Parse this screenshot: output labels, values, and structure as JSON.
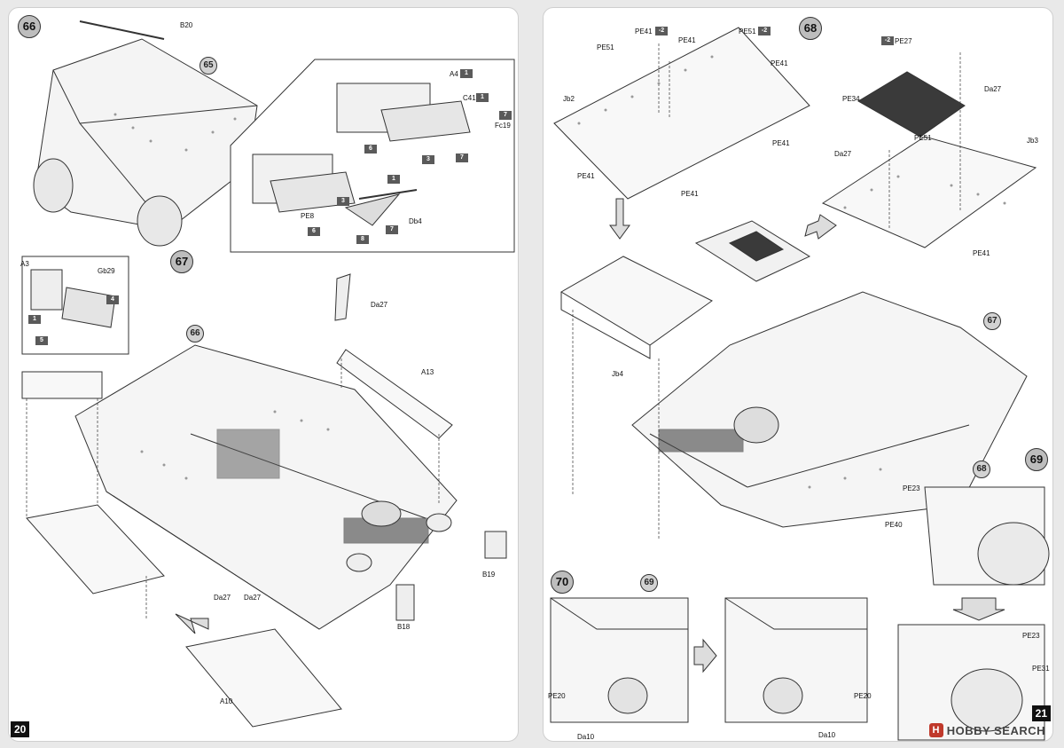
{
  "left_page": {
    "page_number": "20",
    "step_a": {
      "number": "66"
    },
    "step_b": {
      "number": "67"
    },
    "ref_65": "65",
    "ref_66": "66",
    "labels": {
      "b20": "B20",
      "a4": "A4",
      "c41": "C41",
      "fc19": "Fc19",
      "pe8": "PE8",
      "db4": "Db4",
      "a3": "A3",
      "gb29": "Gb29",
      "da27_top": "Da27",
      "a13": "A13",
      "b19": "B19",
      "b18": "B18",
      "da27_a": "Da27",
      "da27_b": "Da27",
      "a10": "A10"
    },
    "callout_nums": {
      "a4_n": "1",
      "c41_n": "1",
      "fc19_n": "7",
      "n6a": "6",
      "n3a": "3",
      "n7a": "7",
      "n1b": "1",
      "n3b": "3",
      "n6b": "6",
      "n7b": "7",
      "n8": "8",
      "gb_4": "4",
      "gb_1": "1",
      "gb_5": "5"
    }
  },
  "right_page": {
    "page_number": "21",
    "step_a": {
      "number": "68"
    },
    "step_b": {
      "number": "69"
    },
    "step_c": {
      "number": "70"
    },
    "ref_67": "67",
    "ref_68": "68",
    "ref_69": "69",
    "labels": {
      "pe41_a": "PE41",
      "pe41_sub": "-2",
      "pe51_a": "PE51",
      "pe41_b": "PE41",
      "pe51_b": "PE51",
      "pe51_sub": "-2",
      "pe41_c": "PE41",
      "jb2": "Jb2",
      "pe41_d": "PE41",
      "pe41_e": "PE41",
      "pe41_f": "PE41",
      "jb4": "Jb4",
      "pe27_sub": "-2",
      "pe27": "PE27",
      "pe34": "PE34",
      "da27_a": "Da27",
      "pe51_c": "PE51",
      "da27_b": "Da27",
      "jb3": "Jb3",
      "pe41_g": "PE41",
      "pe23_a": "PE23",
      "pe40": "PE40",
      "pe23_b": "PE23",
      "pe31": "PE31",
      "pe20_a": "PE20",
      "da10_a": "Da10",
      "pe20_b": "PE20",
      "da10_b": "Da10"
    },
    "watermark": {
      "text": "HOBBY SEARCH",
      "logo": "H"
    }
  },
  "colors": {
    "ink": "#222222",
    "step_fill": "#bdbdbd",
    "num_fill": "#5a5a5a",
    "page": "#ffffff",
    "mesh": "#3a3a3a"
  }
}
